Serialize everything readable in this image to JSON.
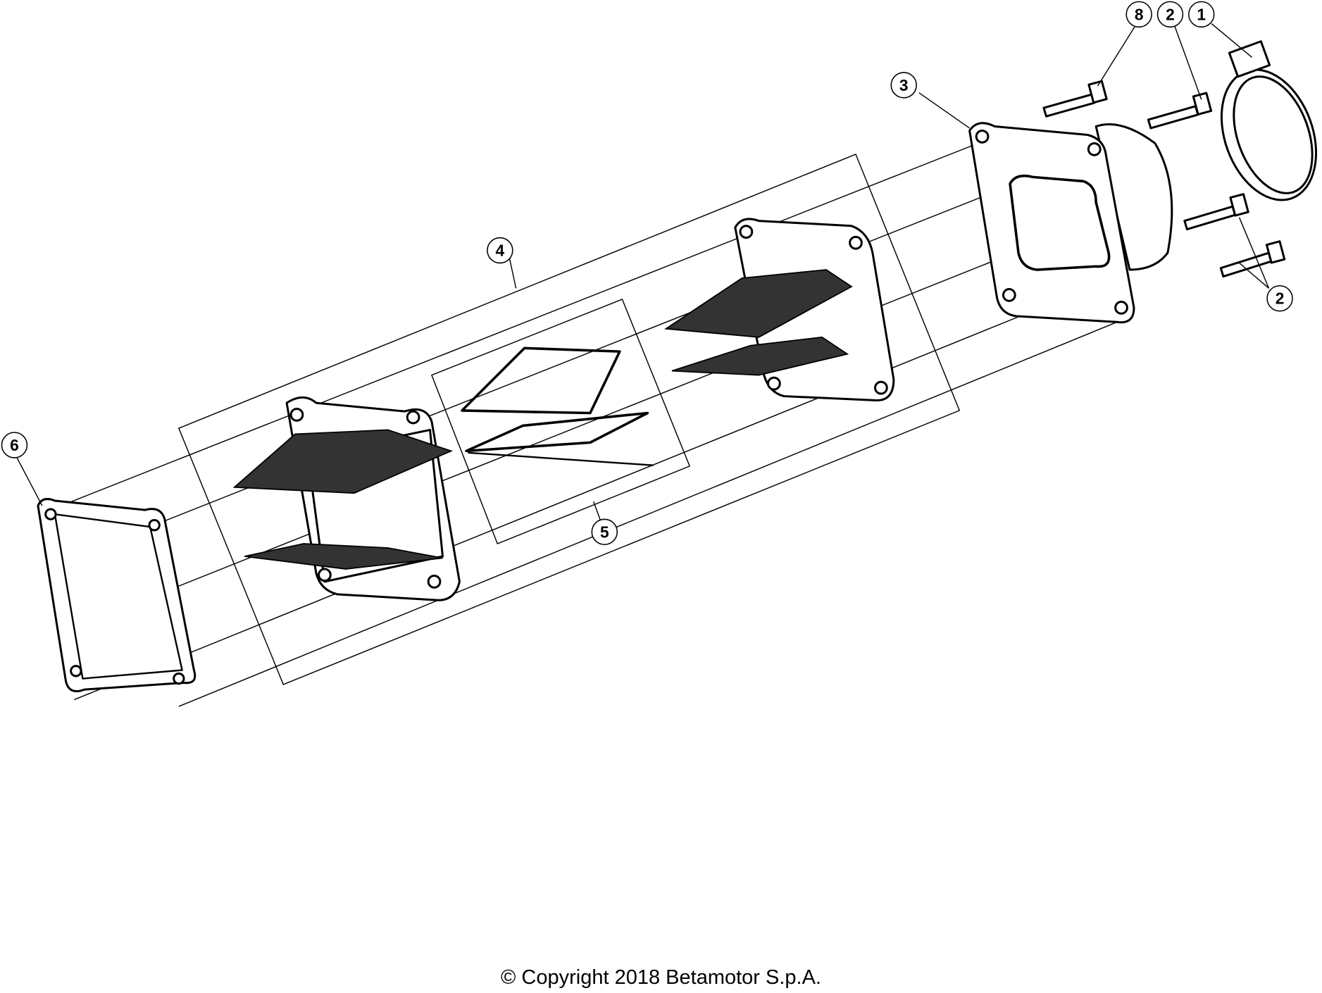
{
  "callouts": [
    {
      "label": "1"
    },
    {
      "label": "2"
    },
    {
      "label": "8"
    },
    {
      "label": "3"
    },
    {
      "label": "2"
    },
    {
      "label": "4"
    },
    {
      "label": "5"
    },
    {
      "label": "6"
    }
  ],
  "footer": {
    "copyright": "© Copyright 2018 Betamotor S.p.A."
  }
}
